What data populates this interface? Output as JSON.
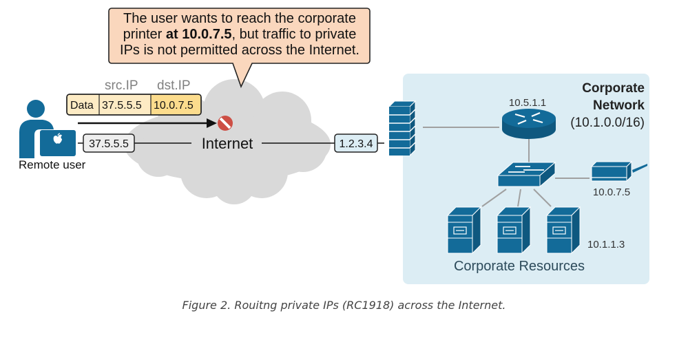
{
  "callout": {
    "line1": "The user wants to reach the corporate",
    "line2_pre": "printer ",
    "line2_bold": "at 10.0.7.5",
    "line2_post": ", but traffic to private",
    "line3": "IPs is not permitted across the Internet."
  },
  "packet": {
    "src_label": "src.IP",
    "dst_label": "dst.IP",
    "fields": [
      "Data",
      "37.5.5.5",
      "10.0.7.5"
    ]
  },
  "remote_user": {
    "label": "Remote user",
    "ip": "37.5.5.5",
    "icon": "person-with-laptop-icon"
  },
  "internet": {
    "label": "Internet",
    "blocked_icon": "no-entry-icon"
  },
  "firewall": {
    "public_ip": "1.2.3.4",
    "icon": "firewall-icon"
  },
  "corporate_network": {
    "title_line1": "Corporate",
    "title_line2": "Network",
    "subnet": "(10.1.0.0/16)",
    "router_ip": "10.5.1.1",
    "printer_ip": "10.0.7.5",
    "server_ip": "10.1.1.3",
    "resources_label": "Corporate Resources"
  },
  "caption": "Figure 2. Rouitng private IPs (RC1918) across the Internet.",
  "colors": {
    "device_blue": "#136b99",
    "network_bg": "#dcedf4",
    "callout_bg": "#fad7bd",
    "packet_light": "#fdebc4",
    "packet_dark": "#fcdc8d",
    "cloud": "#d9d9d9",
    "blocked_red": "#cd4f45"
  }
}
